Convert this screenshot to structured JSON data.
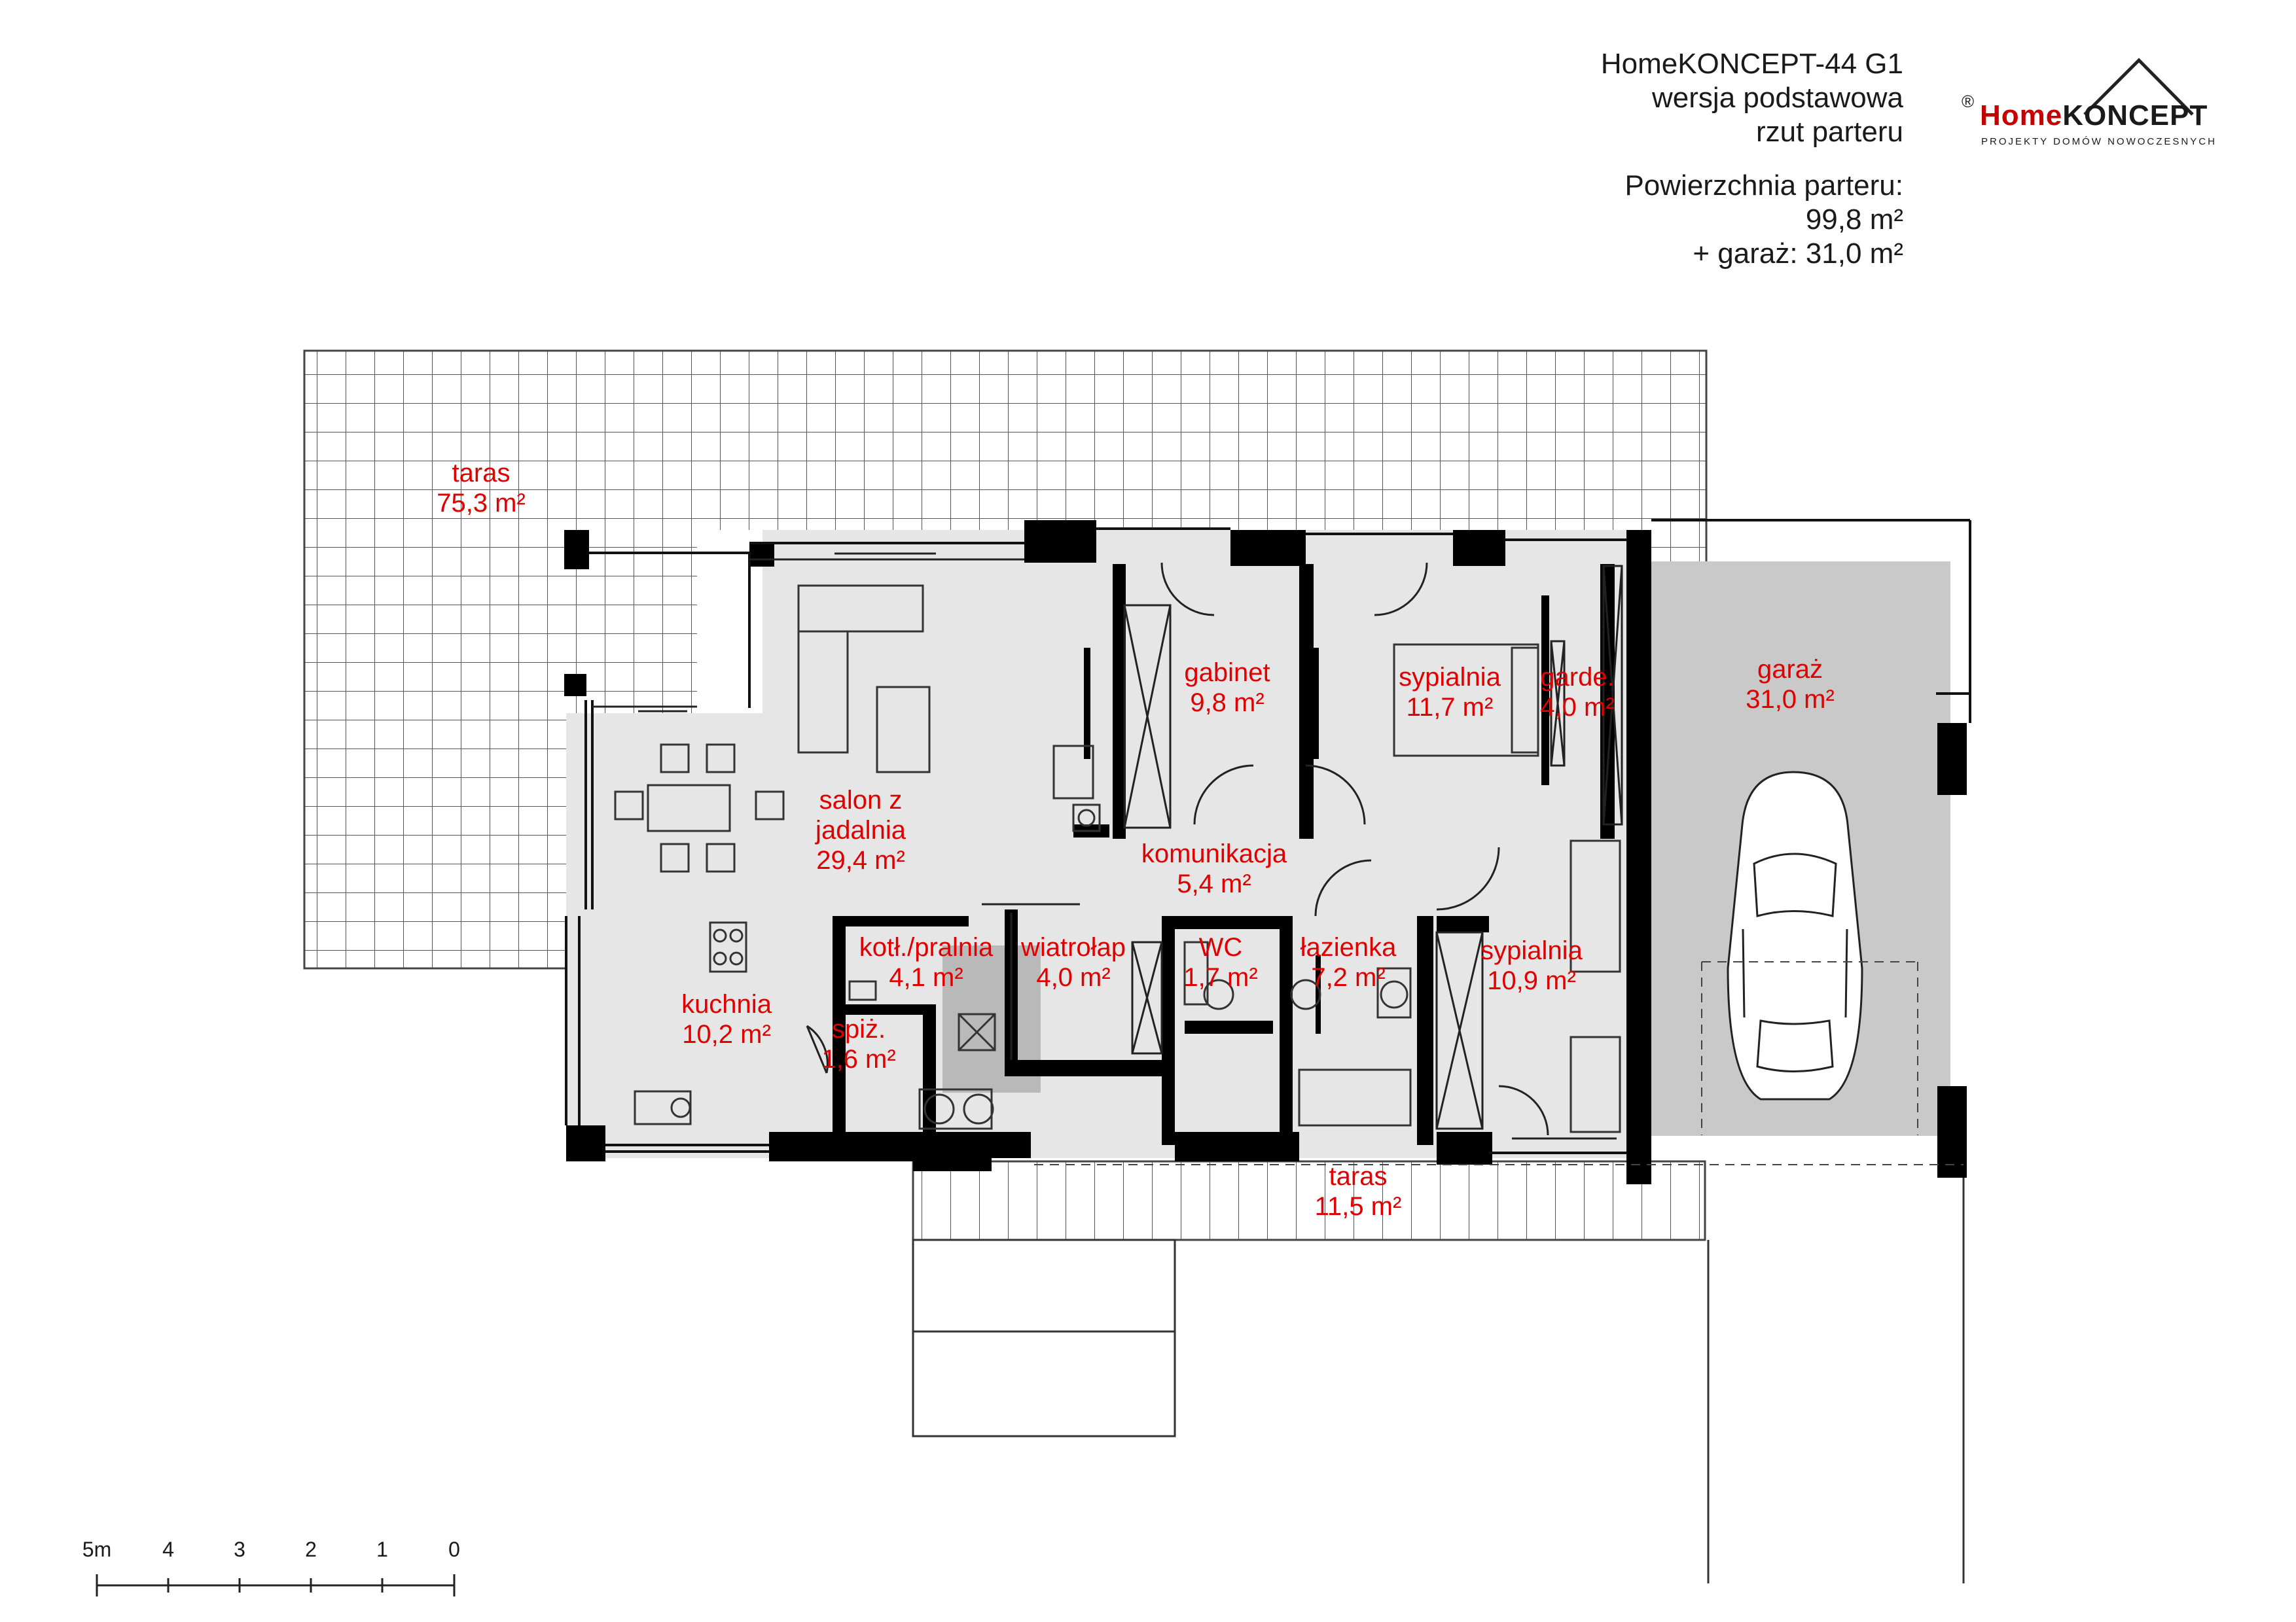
{
  "title_block": {
    "project": "HomeKONCEPT-44 G1",
    "version": "wersja podstawowa",
    "drawing": "rzut parteru",
    "area_label": "Powierzchnia parteru:",
    "area_value": "99,8 m²",
    "garage_value": "+ garaż: 31,0 m²"
  },
  "logo": {
    "brand_red": "Home",
    "brand_black": "KONCEPT",
    "registered": "®",
    "tagline": "PROJEKTY DOMÓW NOWOCZESNYCH"
  },
  "rooms": {
    "taras_big_name": "taras",
    "taras_big_area": "75,3 m²",
    "salon_l1": "salon z",
    "salon_l2": "jadalnia",
    "salon_area": "29,4 m²",
    "gabinet_name": "gabinet",
    "gabinet_area": "9,8 m²",
    "sypialnia1_name": "sypialnia",
    "sypialnia1_area": "11,7 m²",
    "garde_name": "garde.",
    "garde_area": "4,0 m²",
    "garaz_name": "garaż",
    "garaz_area": "31,0 m²",
    "komunikacja_name": "komunikacja",
    "komunikacja_area": "5,4 m²",
    "kotl_name": "kotł./pralnia",
    "kotl_area": "4,1 m²",
    "wiatrolap_name": "wiatrołap",
    "wiatrolap_area": "4,0 m²",
    "wc_name": "WC",
    "wc_area": "1,7 m²",
    "lazienka_name": "łazienka",
    "lazienka_area": "7,2 m²",
    "sypialnia2_name": "sypialnia",
    "sypialnia2_area": "10,9 m²",
    "kuchnia_name": "kuchnia",
    "kuchnia_area": "10,2 m²",
    "spiz_name": "spiż.",
    "spiz_area": "1,6 m²",
    "taras_small_name": "taras",
    "taras_small_area": "11,5 m²"
  },
  "scale_bar": {
    "ticks": [
      "0",
      "1",
      "2",
      "3",
      "4",
      "5m"
    ]
  },
  "colors": {
    "wall": "#000000",
    "floor": "#e6e6e6",
    "garage_floor": "#c9c9c9",
    "service_floor": "#b9b9b9",
    "label_red": "#e00000",
    "brand_red": "#c40000"
  }
}
